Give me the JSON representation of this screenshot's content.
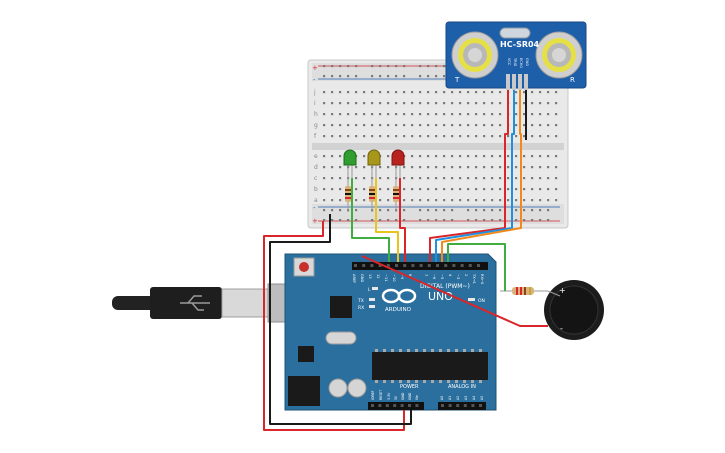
{
  "sensor": {
    "model": "HC-SR04",
    "marks": [
      "T",
      "R"
    ],
    "pins": [
      "VCC",
      "TRIG",
      "ECHO",
      "GND"
    ]
  },
  "breadboard": {
    "row_letters_top": [
      "j",
      "i",
      "h",
      "g",
      "f"
    ],
    "row_letters_bottom": [
      "e",
      "d",
      "c",
      "b",
      "a"
    ],
    "rail_marks": [
      "+",
      "-"
    ]
  },
  "arduino": {
    "logo": "ARDUINO",
    "model": "UNO",
    "digital_label": "DIGITAL (PWM~)",
    "power_label": "POWER",
    "analog_label": "ANALOG IN",
    "on_label": "ON",
    "l_label": "L",
    "tx_label": "TX",
    "rx_label": "RX",
    "header_pins": [
      "AREF",
      "GND",
      "13",
      "12",
      "~11",
      "~10",
      "~9",
      "8",
      "7",
      "~6",
      "~5",
      "4",
      "~3",
      "2",
      "TX→1",
      "RX←0"
    ],
    "power_pins": [
      "IOREF",
      "RESET",
      "3.3V",
      "5V",
      "GND",
      "GND",
      "Vin"
    ],
    "analog_pins": [
      "A0",
      "A1",
      "A2",
      "A3",
      "A4",
      "A5"
    ]
  },
  "buzzer": {
    "plus": "+",
    "minus": "-"
  },
  "colors": {
    "wire_red": "#d9262b",
    "wire_black": "#1a1a1a",
    "wire_green": "#3fae3f",
    "wire_yellow": "#e9c51b",
    "wire_blue": "#1e90e0",
    "wire_orange": "#f08a1c",
    "board_blue": "#2a6f9e",
    "sensor_blue": "#1e5faa"
  }
}
